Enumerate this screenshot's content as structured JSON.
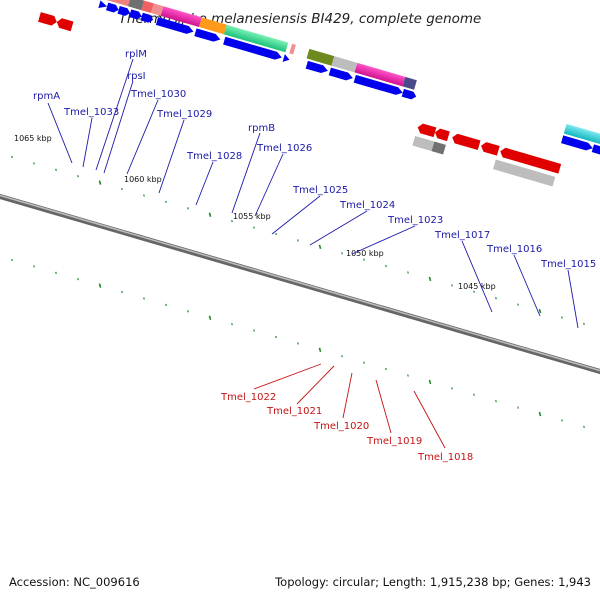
{
  "title": "Thermosipho melanesiensis BI429, complete genome",
  "footer": {
    "accession": "Accession: NC_009616",
    "summary": "Topology: circular; Length: 1,915,238 bp; Genes: 1,943"
  },
  "ticks": [
    {
      "label": "1065 kbp"
    },
    {
      "label": "1060 kbp"
    },
    {
      "label": "1055 kbp"
    },
    {
      "label": "1050 kbp"
    },
    {
      "label": "1045 kbp"
    }
  ],
  "genes_top": [
    {
      "label": "rplM"
    },
    {
      "label": "rpsI"
    },
    {
      "label": "rpmA"
    },
    {
      "label": "Tmel_1030"
    },
    {
      "label": "Tmel_1033"
    },
    {
      "label": "Tmel_1029"
    },
    {
      "label": "rpmB"
    },
    {
      "label": "Tmel_1028"
    },
    {
      "label": "Tmel_1026"
    },
    {
      "label": "Tmel_1025"
    },
    {
      "label": "Tmel_1024"
    },
    {
      "label": "Tmel_1023"
    },
    {
      "label": "Tmel_1017"
    },
    {
      "label": "Tmel_1016"
    },
    {
      "label": "Tmel_1015"
    }
  ],
  "genes_bottom": [
    {
      "label": "Tmel_1022"
    },
    {
      "label": "Tmel_1021"
    },
    {
      "label": "Tmel_1020"
    },
    {
      "label": "Tmel_1019"
    },
    {
      "label": "Tmel_1018"
    }
  ],
  "colors": {
    "forward_strand": "#0000ee",
    "reverse_strand": "#ee0000",
    "backbone": "#7a7a7a",
    "tick": "#228822",
    "label_top": "#1a1aa8",
    "label_bottom": "#c41414"
  }
}
